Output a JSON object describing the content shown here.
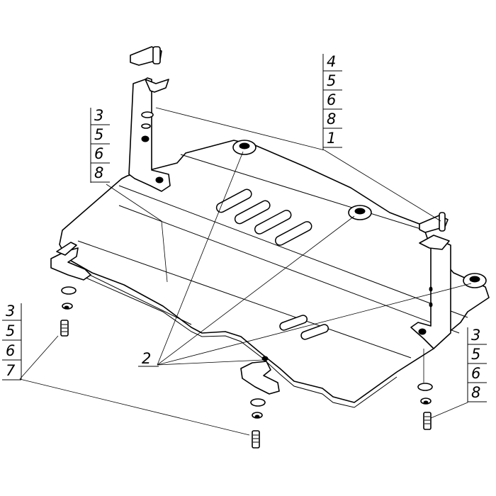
{
  "callouts": {
    "top_left": [
      "3",
      "5",
      "6",
      "8"
    ],
    "top_right": [
      "4",
      "5",
      "6",
      "8",
      "1"
    ],
    "bottom_left": [
      "3",
      "5",
      "6",
      "7"
    ],
    "bottom_right": [
      "3",
      "5",
      "6",
      "8"
    ],
    "center": "2"
  }
}
